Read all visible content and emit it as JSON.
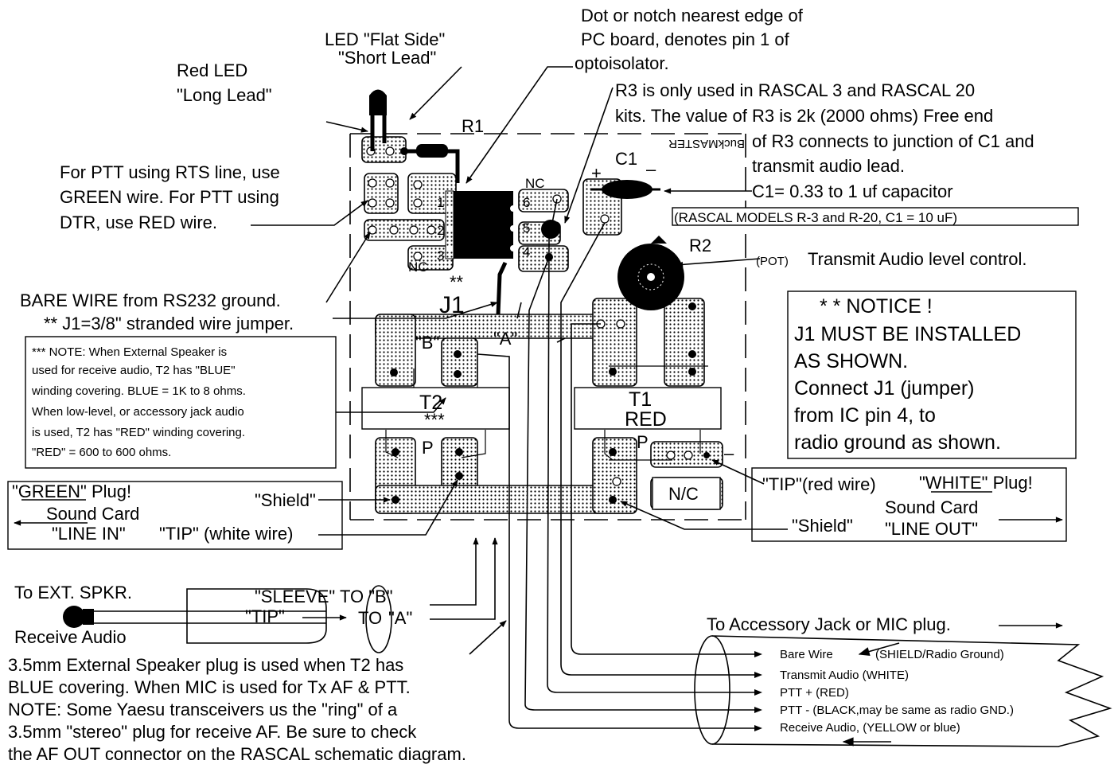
{
  "labels": {
    "led_flat_side": "LED \"Flat Side\"",
    "led_short_lead": "\"Short Lead\"",
    "red_led": "Red LED",
    "led_long_lead": "\"Long Lead\"",
    "dot_notch_1": "Dot or notch nearest edge of",
    "dot_notch_2": "PC board, denotes pin 1 of",
    "dot_notch_3": "optoisolator.",
    "r3_note_1": "R3 is only used in RASCAL 3 and RASCAL 20",
    "r3_note_2": "kits.  The value of R3 is 2k (2000 ohms) Free end",
    "r3_note_3": "of R3 connects to junction of C1 and",
    "r3_note_4": "transmit audio lead.",
    "c1_spec": "C1= 0.33 to 1 uf capacitor",
    "c1_models": "(RASCAL MODELS R-3 and R-20, C1 = 10 uF)",
    "ptt_note_1": "For PTT using RTS line, use",
    "ptt_note_2": "GREEN wire.  For PTT using",
    "ptt_note_3": "DTR, use RED wire.",
    "bare_wire": "BARE WIRE from RS232 ground.",
    "j1_note": "** J1=3/8\" stranded wire jumper.",
    "pot_tag": "(POT)",
    "pot_desc": "Transmit Audio level control.",
    "r1": "R1",
    "r2": "R2",
    "c1": "C1",
    "j1": "J1",
    "j1_stars": "**",
    "brand_mirrored": "BuckMASTER",
    "plus": "+",
    "minus": "–",
    "nc": "NC",
    "nc_box": "N/C",
    "pin1": "1",
    "pin2": "2",
    "pin3": "3",
    "pin4": "4",
    "pin5": "5",
    "pin6": "6",
    "b_label": "\"B\"",
    "a_label": "\"A\"",
    "t2_name": "T2",
    "t2_stars": "***",
    "t1_name": "T1",
    "t1_color": "RED",
    "p": "P"
  },
  "notice": {
    "title": "*  *   NOTICE  !",
    "line1": "J1  MUST BE INSTALLED",
    "line2": "AS SHOWN.",
    "line3": "Connect J1 (jumper)",
    "line4": "from IC pin 4, to",
    "line5": "radio ground as shown."
  },
  "t2_note": {
    "line1": "*** NOTE: When External Speaker is",
    "line2": "used for receive audio, T2 has \"BLUE\"",
    "line3": "winding covering.  BLUE = 1K to 8 ohms.",
    "line4": "When low-level, or accessory jack audio",
    "line5": "is used, T2 has \"RED\" winding covering.",
    "line6": "\"RED\" = 600 to 600 ohms."
  },
  "green_plug": {
    "title": "\"GREEN\" Plug!",
    "sound_card": "Sound Card",
    "line_in": "\"LINE IN\"",
    "tip": "\"TIP\" (white wire)",
    "shield": "\"Shield\""
  },
  "white_plug": {
    "tip": "\"TIP\"(red wire)",
    "title": "\"WHITE\" Plug!",
    "sound_card": "Sound Card",
    "line_out": "\"LINE OUT\"",
    "shield": "\"Shield\""
  },
  "speaker": {
    "sleeve": "\"SLEEVE\"   TO \"B\"",
    "to_ext": "To EXT. SPKR.",
    "tip": "\"TIP\"",
    "to": "TO",
    "a": "\"A\"",
    "receive": "Receive Audio"
  },
  "plug_note": {
    "line1": "3.5mm External Speaker plug is used when T2 has",
    "line2": "BLUE covering. When MIC is used for Tx AF & PTT.",
    "line3": "NOTE: Some Yaesu transceivers us the \"ring\" of a",
    "line4": "3.5mm \"stereo\" plug for receive AF.  Be sure to check",
    "line5": "the AF OUT connector on the RASCAL schematic diagram."
  },
  "cable": {
    "to_accessory": "To Accessory Jack or MIC plug.",
    "bare": "Bare Wire",
    "bare_desc": "(SHIELD/Radio Ground)",
    "tx": "Transmit Audio (WHITE)",
    "ptt_plus": "PTT +  (RED)",
    "ptt_minus": "PTT - (BLACK,may be same as radio GND.)",
    "rx": "Receive Audio, (YELLOW or blue)"
  }
}
